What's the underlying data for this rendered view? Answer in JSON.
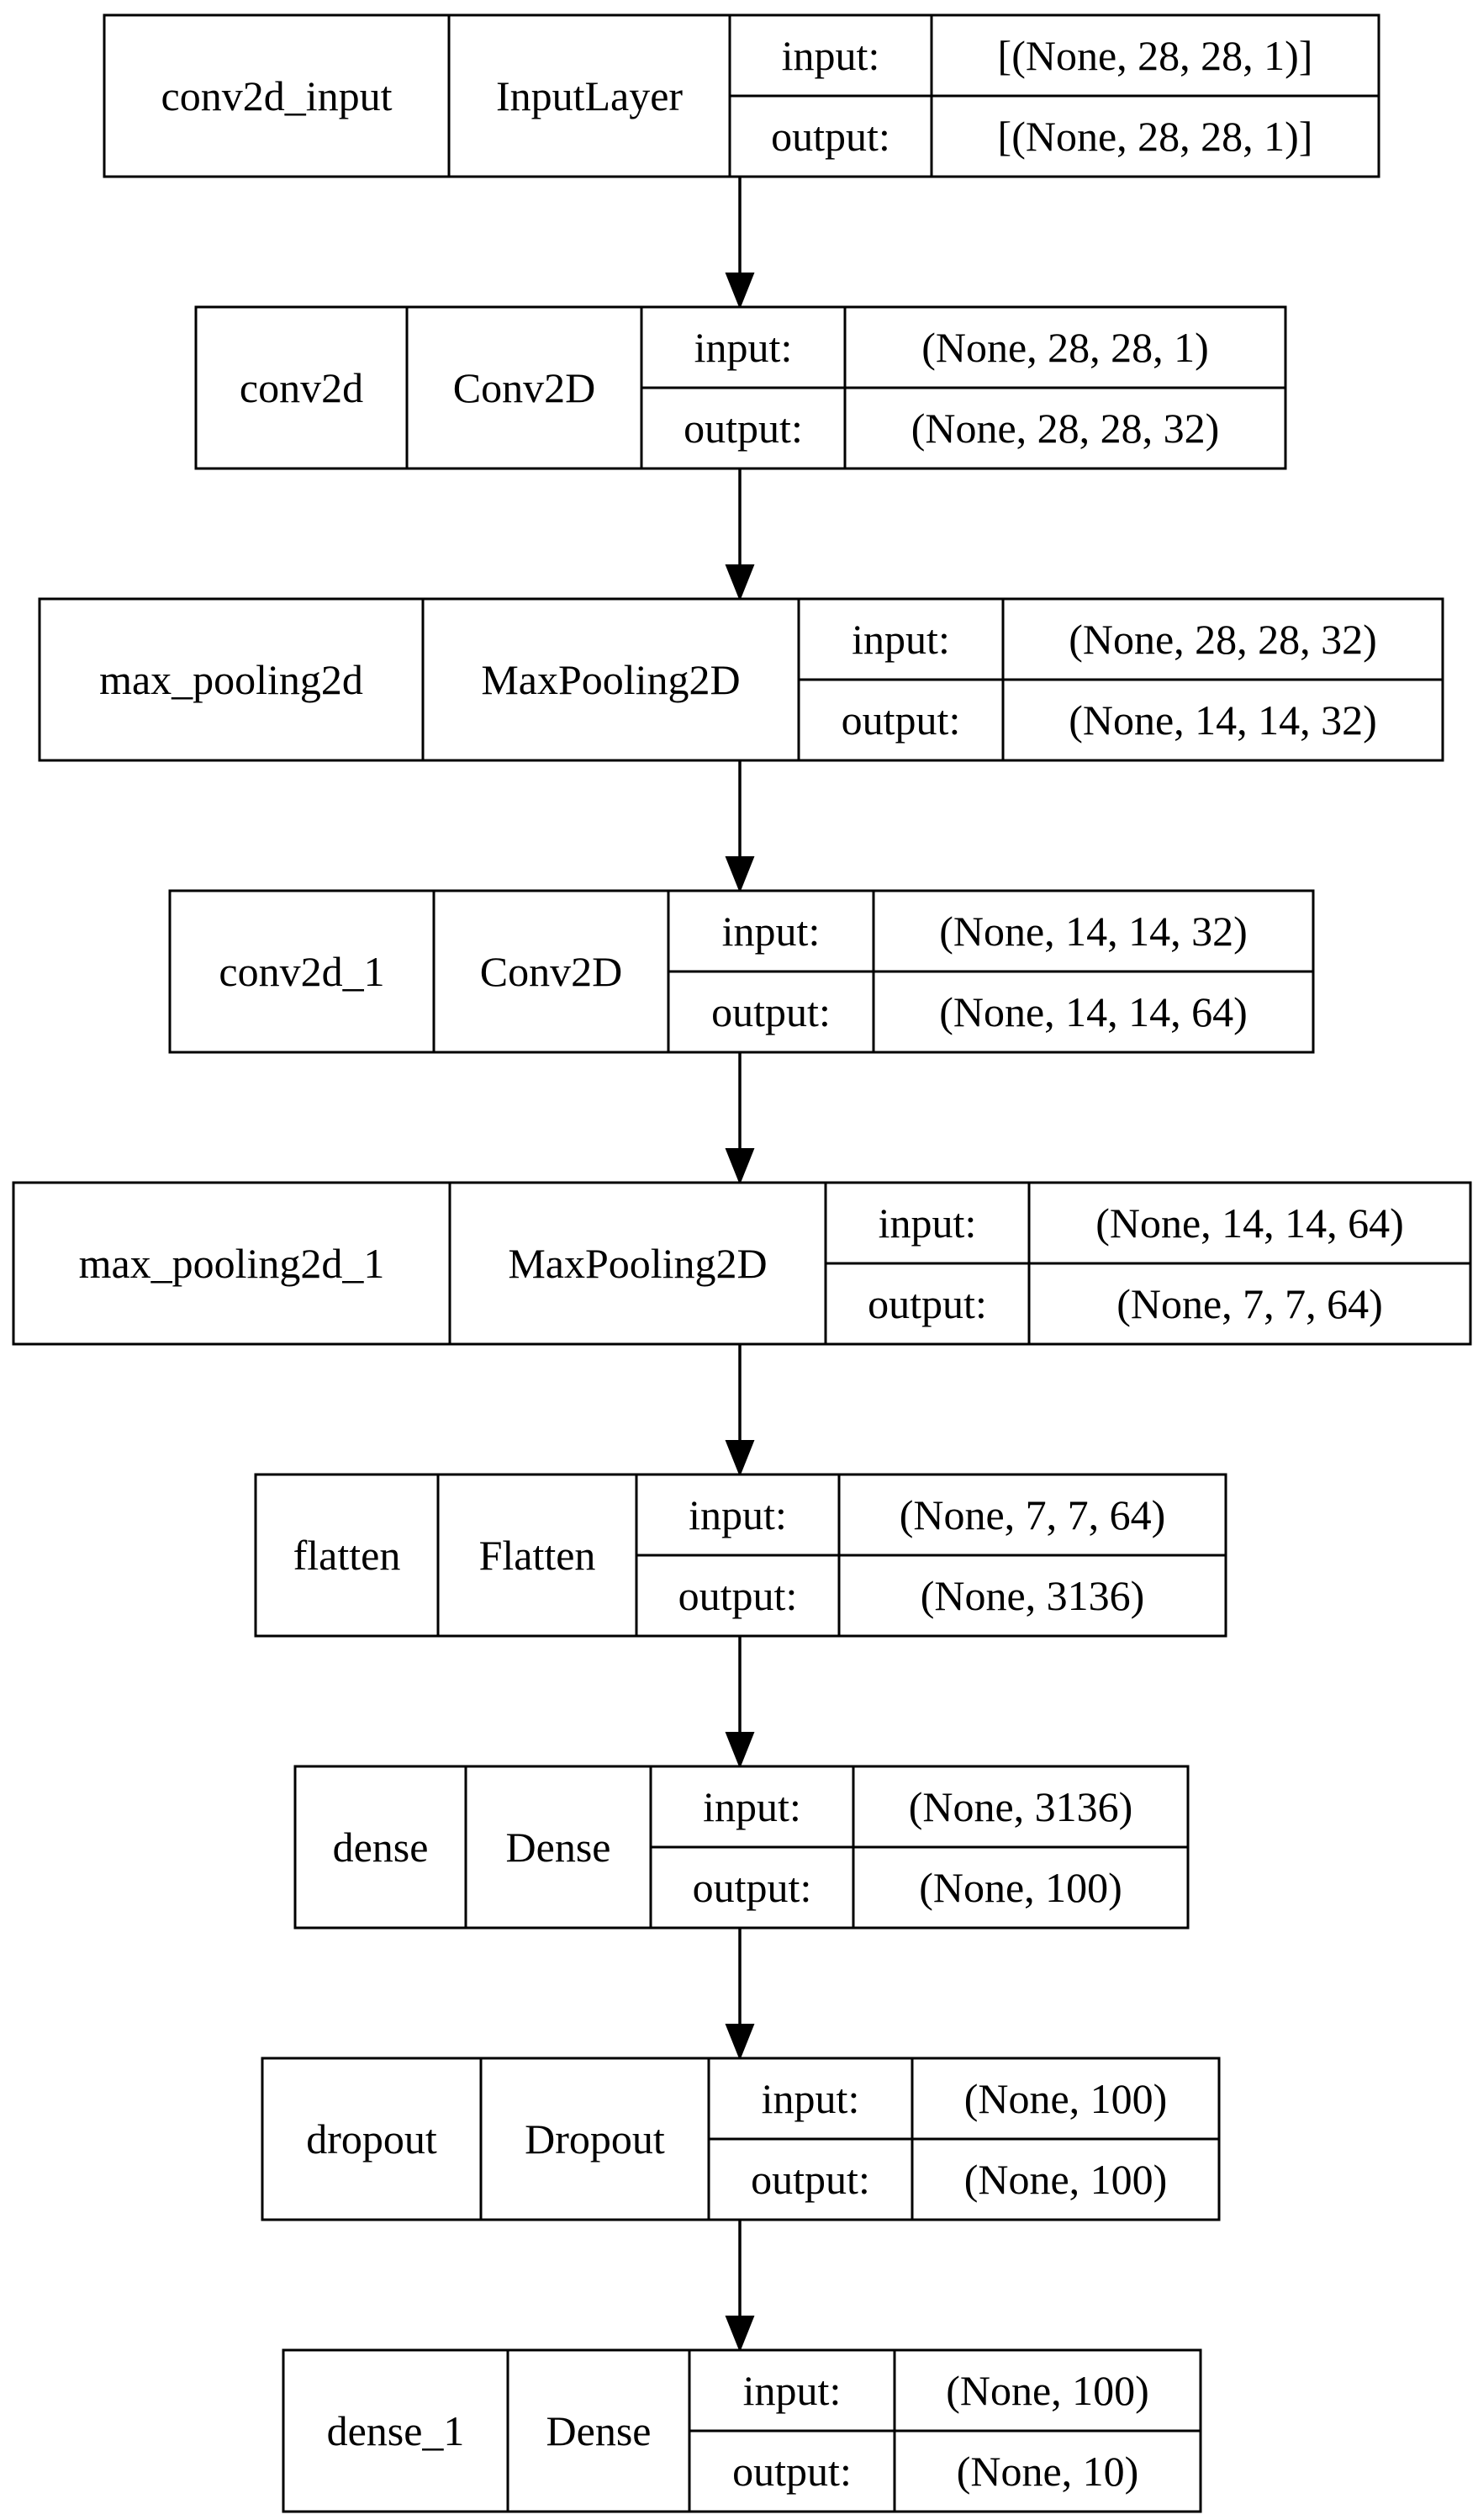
{
  "input_label": "input:",
  "output_label": "output:",
  "layers": [
    {
      "name": "conv2d_input",
      "type": "InputLayer",
      "input": "[(None, 28, 28, 1)]",
      "output": "[(None, 28, 28, 1)]"
    },
    {
      "name": "conv2d",
      "type": "Conv2D",
      "input": "(None, 28, 28, 1)",
      "output": "(None, 28, 28, 32)"
    },
    {
      "name": "max_pooling2d",
      "type": "MaxPooling2D",
      "input": "(None, 28, 28, 32)",
      "output": "(None, 14, 14, 32)"
    },
    {
      "name": "conv2d_1",
      "type": "Conv2D",
      "input": "(None, 14, 14, 32)",
      "output": "(None, 14, 14, 64)"
    },
    {
      "name": "max_pooling2d_1",
      "type": "MaxPooling2D",
      "input": "(None, 14, 14, 64)",
      "output": "(None, 7, 7, 64)"
    },
    {
      "name": "flatten",
      "type": "Flatten",
      "input": "(None, 7, 7, 64)",
      "output": "(None, 3136)"
    },
    {
      "name": "dense",
      "type": "Dense",
      "input": "(None, 3136)",
      "output": "(None, 100)"
    },
    {
      "name": "dropout",
      "type": "Dropout",
      "input": "(None, 100)",
      "output": "(None, 100)"
    },
    {
      "name": "dense_1",
      "type": "Dense",
      "input": "(None, 100)",
      "output": "(None, 10)"
    }
  ],
  "edges": [
    {
      "from": "conv2d_input",
      "to": "conv2d"
    },
    {
      "from": "conv2d",
      "to": "max_pooling2d"
    },
    {
      "from": "max_pooling2d",
      "to": "conv2d_1"
    },
    {
      "from": "conv2d_1",
      "to": "max_pooling2d_1"
    },
    {
      "from": "max_pooling2d_1",
      "to": "flatten"
    },
    {
      "from": "flatten",
      "to": "dense"
    },
    {
      "from": "dense",
      "to": "dropout"
    },
    {
      "from": "dropout",
      "to": "dense_1"
    }
  ]
}
